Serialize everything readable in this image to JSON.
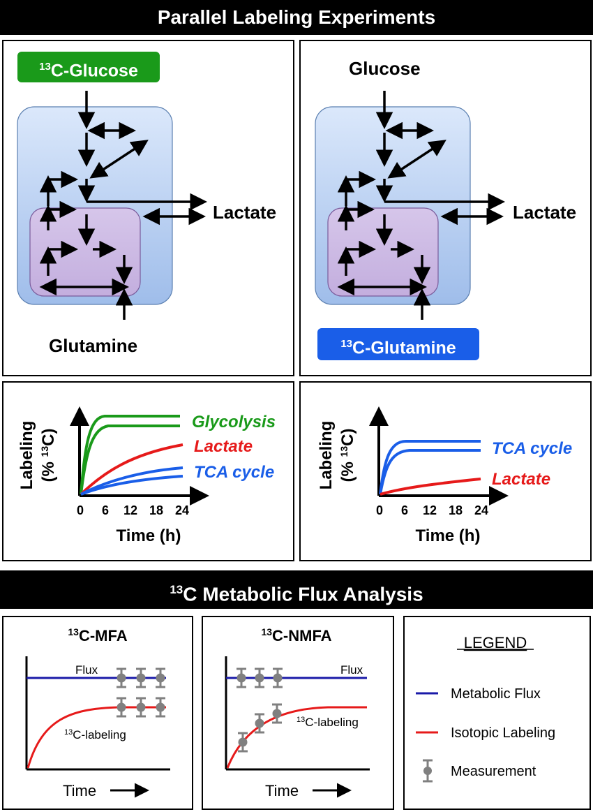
{
  "banners": {
    "top": "Parallel Labeling Experiments",
    "mid": "C Metabolic Flux Analysis",
    "mid_sup": "13"
  },
  "networks": [
    {
      "tag": {
        "sup": "13",
        "text": "C-Glucose",
        "color": "#1a9a1a"
      },
      "top_label": "",
      "bottom_label": "Glutamine",
      "side_label": "Lactate"
    },
    {
      "tag": {
        "sup": "13",
        "text": "C-Glutamine",
        "color": "#1a5ee8"
      },
      "top_label": "Glucose",
      "bottom_label": "",
      "side_label": "Lactate"
    }
  ],
  "labeling_charts": [
    {
      "ylabel": "Labeling",
      "ylabel2": "(% ",
      "ylabel2_sup": "13",
      "ylabel2_end": "C)",
      "xlabel": "Time (h)",
      "ticks": [
        "0",
        "6",
        "12",
        "18",
        "24"
      ],
      "series": [
        {
          "name": "Glycolysis",
          "color": "#1a9a1a"
        },
        {
          "name": "Lactate",
          "color": "#e61a1a"
        },
        {
          "name": "TCA cycle",
          "color": "#1a5ee8"
        }
      ]
    },
    {
      "ylabel": "Labeling",
      "ylabel2": "(% ",
      "ylabel2_sup": "13",
      "ylabel2_end": "C)",
      "xlabel": "Time (h)",
      "ticks": [
        "0",
        "6",
        "12",
        "18",
        "24"
      ],
      "series": [
        {
          "name": "TCA cycle",
          "color": "#1a5ee8"
        },
        {
          "name": "Lactate",
          "color": "#e61a1a"
        }
      ]
    }
  ],
  "mfa": [
    {
      "title_sup": "13",
      "title": "C-MFA",
      "flux_label": "Flux",
      "labeling_sup": "13",
      "labeling_label": "C-labeling",
      "xlabel": "Time"
    },
    {
      "title_sup": "13",
      "title": "C-NMFA",
      "flux_label": "Flux",
      "labeling_sup": "13",
      "labeling_label": "C-labeling",
      "xlabel": "Time"
    }
  ],
  "legend": {
    "title": "LEGEND",
    "items": [
      {
        "label": "Metabolic Flux",
        "color": "#1a1aa8"
      },
      {
        "label": "Isotopic Labeling",
        "color": "#e61a1a"
      },
      {
        "label": "Measurement",
        "color": "#808080"
      }
    ]
  },
  "colors": {
    "cell": "#bcd3f2",
    "mito": "#cbb6e0",
    "arrow": "#000000"
  }
}
